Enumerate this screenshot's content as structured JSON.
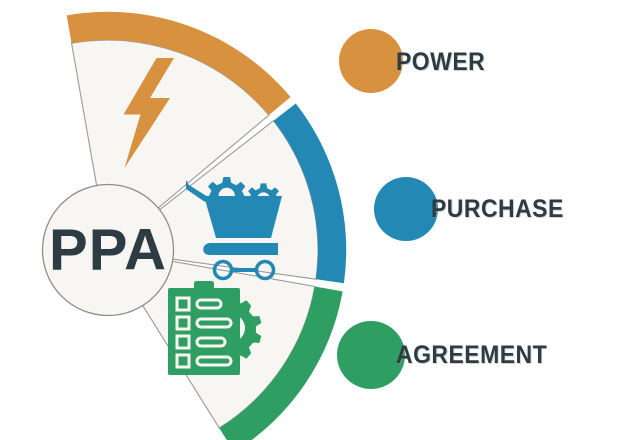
{
  "acronym": {
    "text": "PPA",
    "center_label_color": "#2d3c43",
    "disc_fill": "#f7f6f3",
    "disc_stroke": "#8d8d8d"
  },
  "colors": {
    "power": "#d8913f",
    "purchase": "#2389b4",
    "agreement": "#2f9e62",
    "segment_fill": "#f7f6f3",
    "segment_stroke": "#9a9a9a",
    "text": "#2d3c43",
    "background": "#ffffff"
  },
  "segments": [
    {
      "id": "power",
      "label": "POWER",
      "color": "#d8913f",
      "icon": "lightning-bolt-icon",
      "icon_title": "Lightning bolt"
    },
    {
      "id": "purchase",
      "label": "PURCHASE",
      "color": "#2389b4",
      "icon": "shopping-cart-gears-icon",
      "icon_title": "Shopping cart with gears"
    },
    {
      "id": "agreement",
      "label": "AGREEMENT",
      "color": "#2f9e62",
      "icon": "clipboard-checklist-gear-icon",
      "icon_title": "Clipboard checklist with gear"
    }
  ],
  "legend": {
    "items": [
      {
        "label": "POWER",
        "color": "#d8913f"
      },
      {
        "label": "PURCHASE",
        "color": "#2389b4"
      },
      {
        "label": "AGREEMENT",
        "color": "#2f9e62"
      }
    ]
  }
}
